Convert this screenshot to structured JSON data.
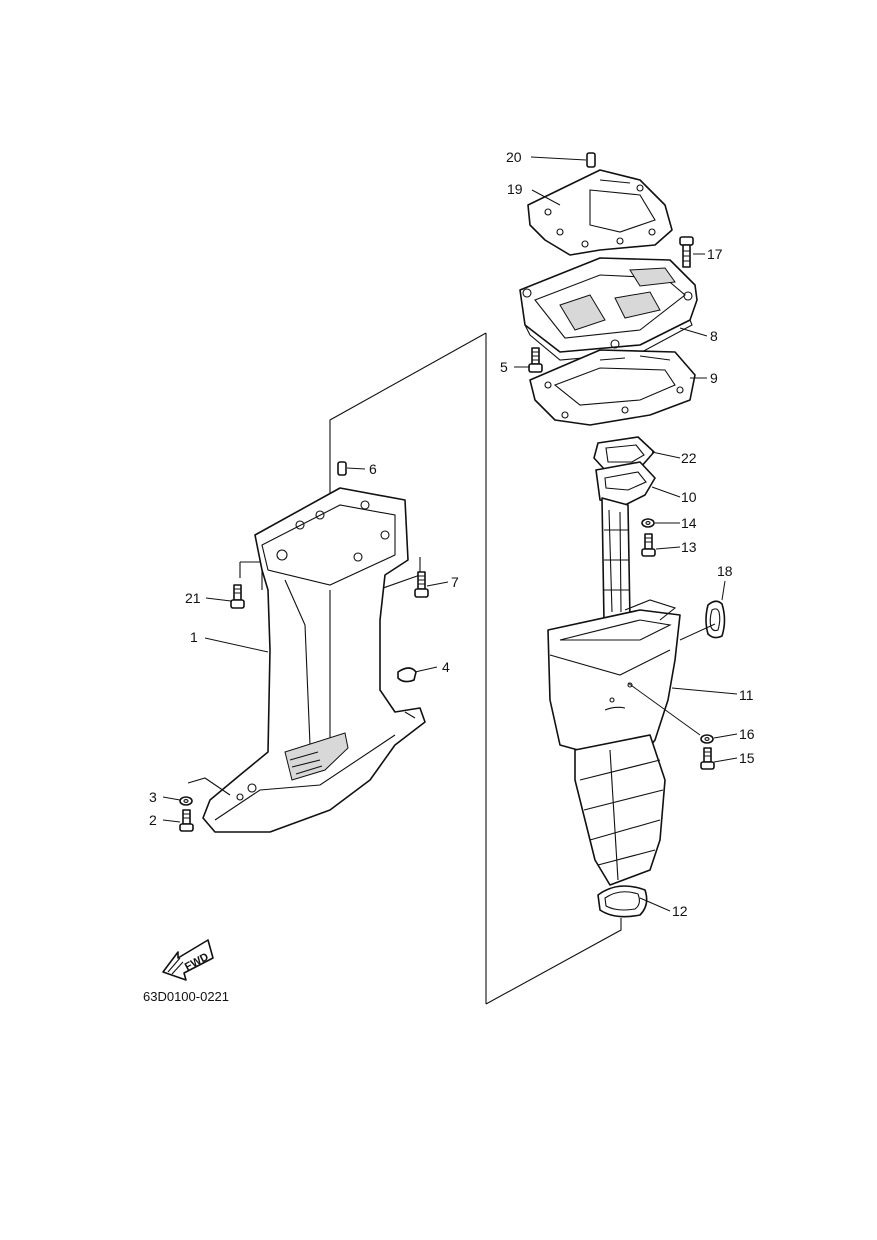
{
  "diagram": {
    "code": "63D0100-0221",
    "fwd_label": "FWD",
    "callouts": [
      "1",
      "2",
      "3",
      "4",
      "5",
      "6",
      "7",
      "8",
      "9",
      "10",
      "11",
      "12",
      "13",
      "14",
      "15",
      "16",
      "17",
      "18",
      "19",
      "20",
      "21",
      "22"
    ]
  }
}
